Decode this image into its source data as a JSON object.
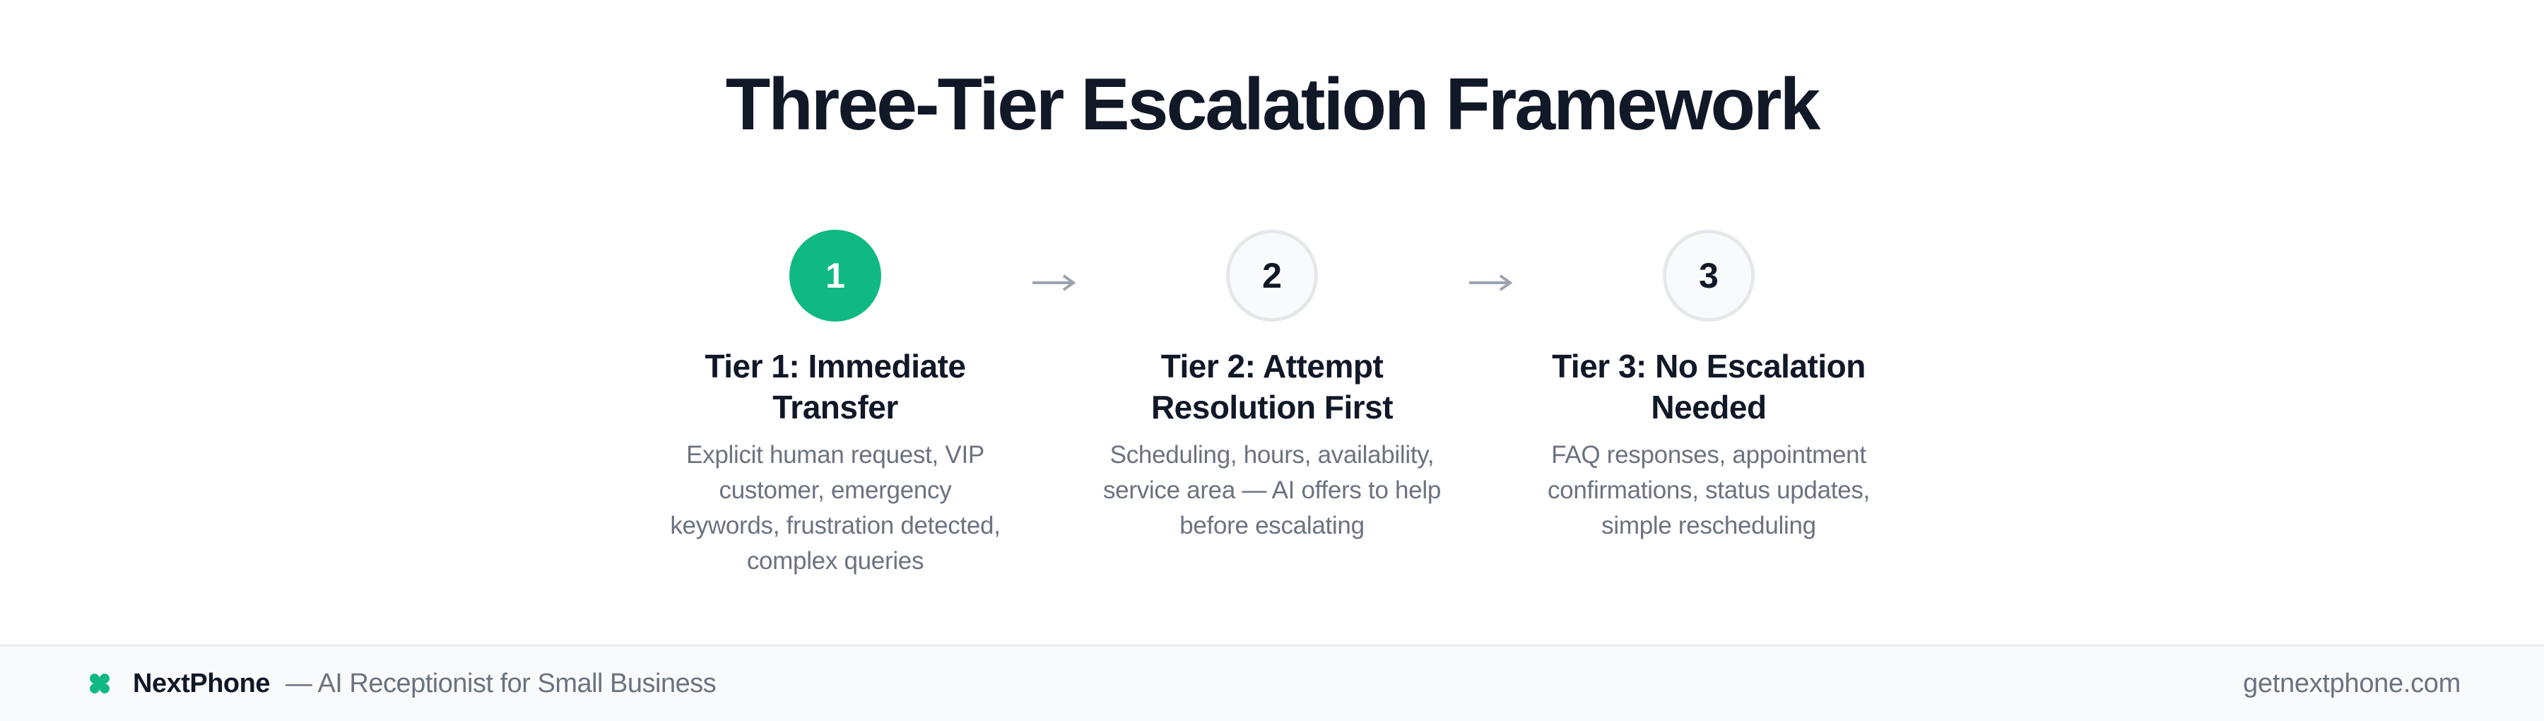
{
  "title": "Three-Tier Escalation Framework",
  "colors": {
    "accent": "#10b981",
    "heading": "#111827",
    "muted": "#6b7280",
    "arrow": "#9ca3af",
    "inactive_circle_bg": "#f9fafb",
    "inactive_circle_border": "#e5e7eb",
    "footer_bg": "#f9fafb"
  },
  "steps": [
    {
      "number": "1",
      "state": "active",
      "title_line1": "Tier 1: Immediate",
      "title_line2": "Transfer",
      "desc_lines": [
        "Explicit human request, VIP",
        "customer, emergency",
        "keywords, frustration detected,",
        "complex queries"
      ]
    },
    {
      "number": "2",
      "state": "inactive",
      "title_line1": "Tier 2: Attempt",
      "title_line2": "Resolution First",
      "desc_lines": [
        "Scheduling, hours, availability,",
        "service area — AI offers to help",
        "before escalating"
      ]
    },
    {
      "number": "3",
      "state": "inactive",
      "title_line1": "Tier 3: No Escalation",
      "title_line2": "Needed",
      "desc_lines": [
        "FAQ responses, appointment",
        "confirmations, status updates,",
        "simple rescheduling"
      ]
    }
  ],
  "arrows": [
    {
      "icon": "arrow-right-icon",
      "glyph": "→"
    },
    {
      "icon": "arrow-right-icon",
      "glyph": "→"
    }
  ],
  "footer": {
    "logo_icon": "clover-logo-icon",
    "brand": "NextPhone",
    "tagline": "— AI Receptionist for Small Business",
    "url": "getnextphone.com"
  }
}
